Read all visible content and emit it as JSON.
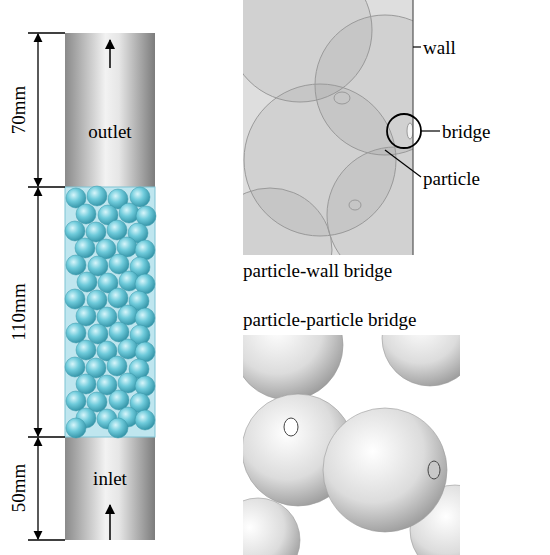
{
  "diagram": {
    "labels": [
      "70mm",
      "outlet",
      "110mm",
      "inlet",
      "50mm",
      "wall",
      "bridge",
      "particle",
      "particle-wall bridge",
      "particle-particle bridge"
    ]
  }
}
